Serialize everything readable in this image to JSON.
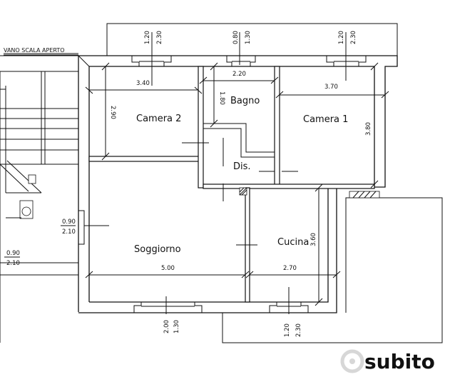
{
  "note": {
    "open_stair": "VANO SCALA APERTO"
  },
  "rooms": {
    "camera2": "Camera 2",
    "bagno": "Bagno",
    "camera1": "Camera 1",
    "dis": "Dis.",
    "soggiorno": "Soggiorno",
    "cucina": "Cucina"
  },
  "dimensions": {
    "top_window_left_a": "1.20",
    "top_window_left_b": "2.30",
    "top_window_mid_a": "0.80",
    "top_window_mid_b": "1.30",
    "top_window_right_a": "1.20",
    "top_window_right_b": "2.30",
    "camera2_width": "3.40",
    "bagno_width": "2.20",
    "camera1_width": "3.70",
    "camera2_depth": "2.90",
    "bagno_depth": "1.80",
    "camera1_depth": "3.80",
    "door_left_a": "0.90",
    "door_left_b": "2.10",
    "stair_door_a": "0.90",
    "stair_door_b": "2.10",
    "soggiorno_width": "5.00",
    "cucina_width": "2.70",
    "cucina_depth": "3.60",
    "bottom_window_left_a": "2.00",
    "bottom_window_left_b": "1.30",
    "bottom_window_right_a": "1.20",
    "bottom_window_right_b": "2.30"
  },
  "watermark": {
    "brand": "subito"
  },
  "colors": {
    "line": "#111111",
    "background": "#ffffff",
    "watermark": "#d7d7d7"
  }
}
